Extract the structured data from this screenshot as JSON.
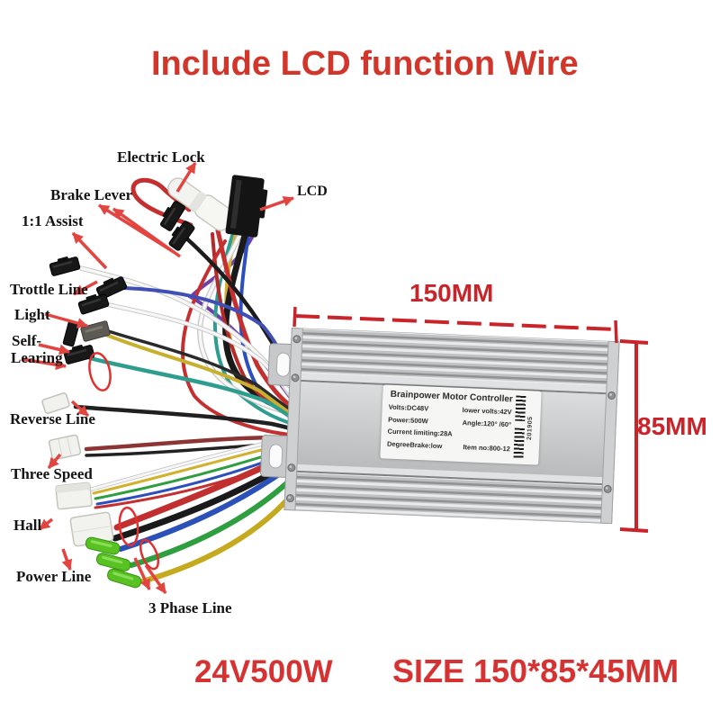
{
  "title": "Include LCD function Wire",
  "wire_labels": {
    "electric_lock": "Electric Lock",
    "brake_lever": "Brake Lever",
    "assist": "1:1 Assist",
    "throttle": "Trottle Line",
    "light": "Light",
    "self_learning_line1": "Self-",
    "self_learning_line2": "Learing",
    "reverse": "Reverse Line",
    "three_speed": "Three Speed",
    "hall": "Hall",
    "power": "Power Line",
    "three_phase": "3 Phase Line",
    "lcd": "LCD"
  },
  "dimensions": {
    "width_label": "150MM",
    "height_label": "85MM"
  },
  "controller_label": {
    "title": "Brainpower Motor Controller",
    "volts": "Volts:DC48V",
    "lower_volts": "lower volts:42V",
    "power": "Power:500W",
    "angle": "Angle:120°  /60°",
    "current_limiting": "Current limiting:28A",
    "degree_brake": "DegreeBrake:low",
    "item_no": "Item no:800-12",
    "serial": "201905"
  },
  "footer": {
    "rating": "24V500W",
    "size": "SIZE 150*85*45MM"
  },
  "colors": {
    "accent_red": "#d2362b",
    "dimension_red": "#c8242a",
    "annotation_black": "#141414",
    "controller_silver": "#c6c8ca",
    "phase_connector_green": "#58c222",
    "wire_colors": [
      "#c43030",
      "#1a1a1a",
      "#f7f7f7",
      "#d2b12e",
      "#2c4fbe",
      "#2e9d90",
      "#6f41a8",
      "#2f9e3f",
      "#c5a91f",
      "#3f4fb5",
      "#8d3434"
    ]
  }
}
